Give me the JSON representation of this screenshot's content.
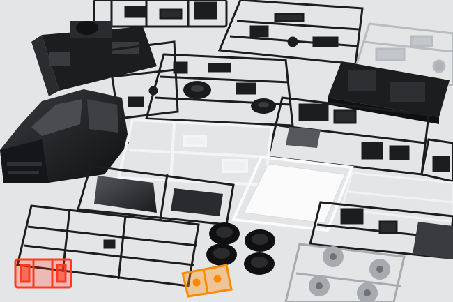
{
  "scene": {
    "background": "#e4e5e7",
    "colors": {
      "black_plastic": "#1c1d1f",
      "dark_gray": "#3a3b3e",
      "mid_gray": "#8d9094",
      "light_gray": "#c3c6ca",
      "clear_plastic": "#f3f4f6",
      "white_plastic": "#fbfbfb",
      "orange_red_clear": "#ff3b1f",
      "amber_clear": "#ff8a00",
      "tire_black": "#101012",
      "wheel_silver": "#a7aaae"
    },
    "icons": [
      "model-kit-sprue",
      "car-body",
      "tire",
      "wheel"
    ]
  }
}
